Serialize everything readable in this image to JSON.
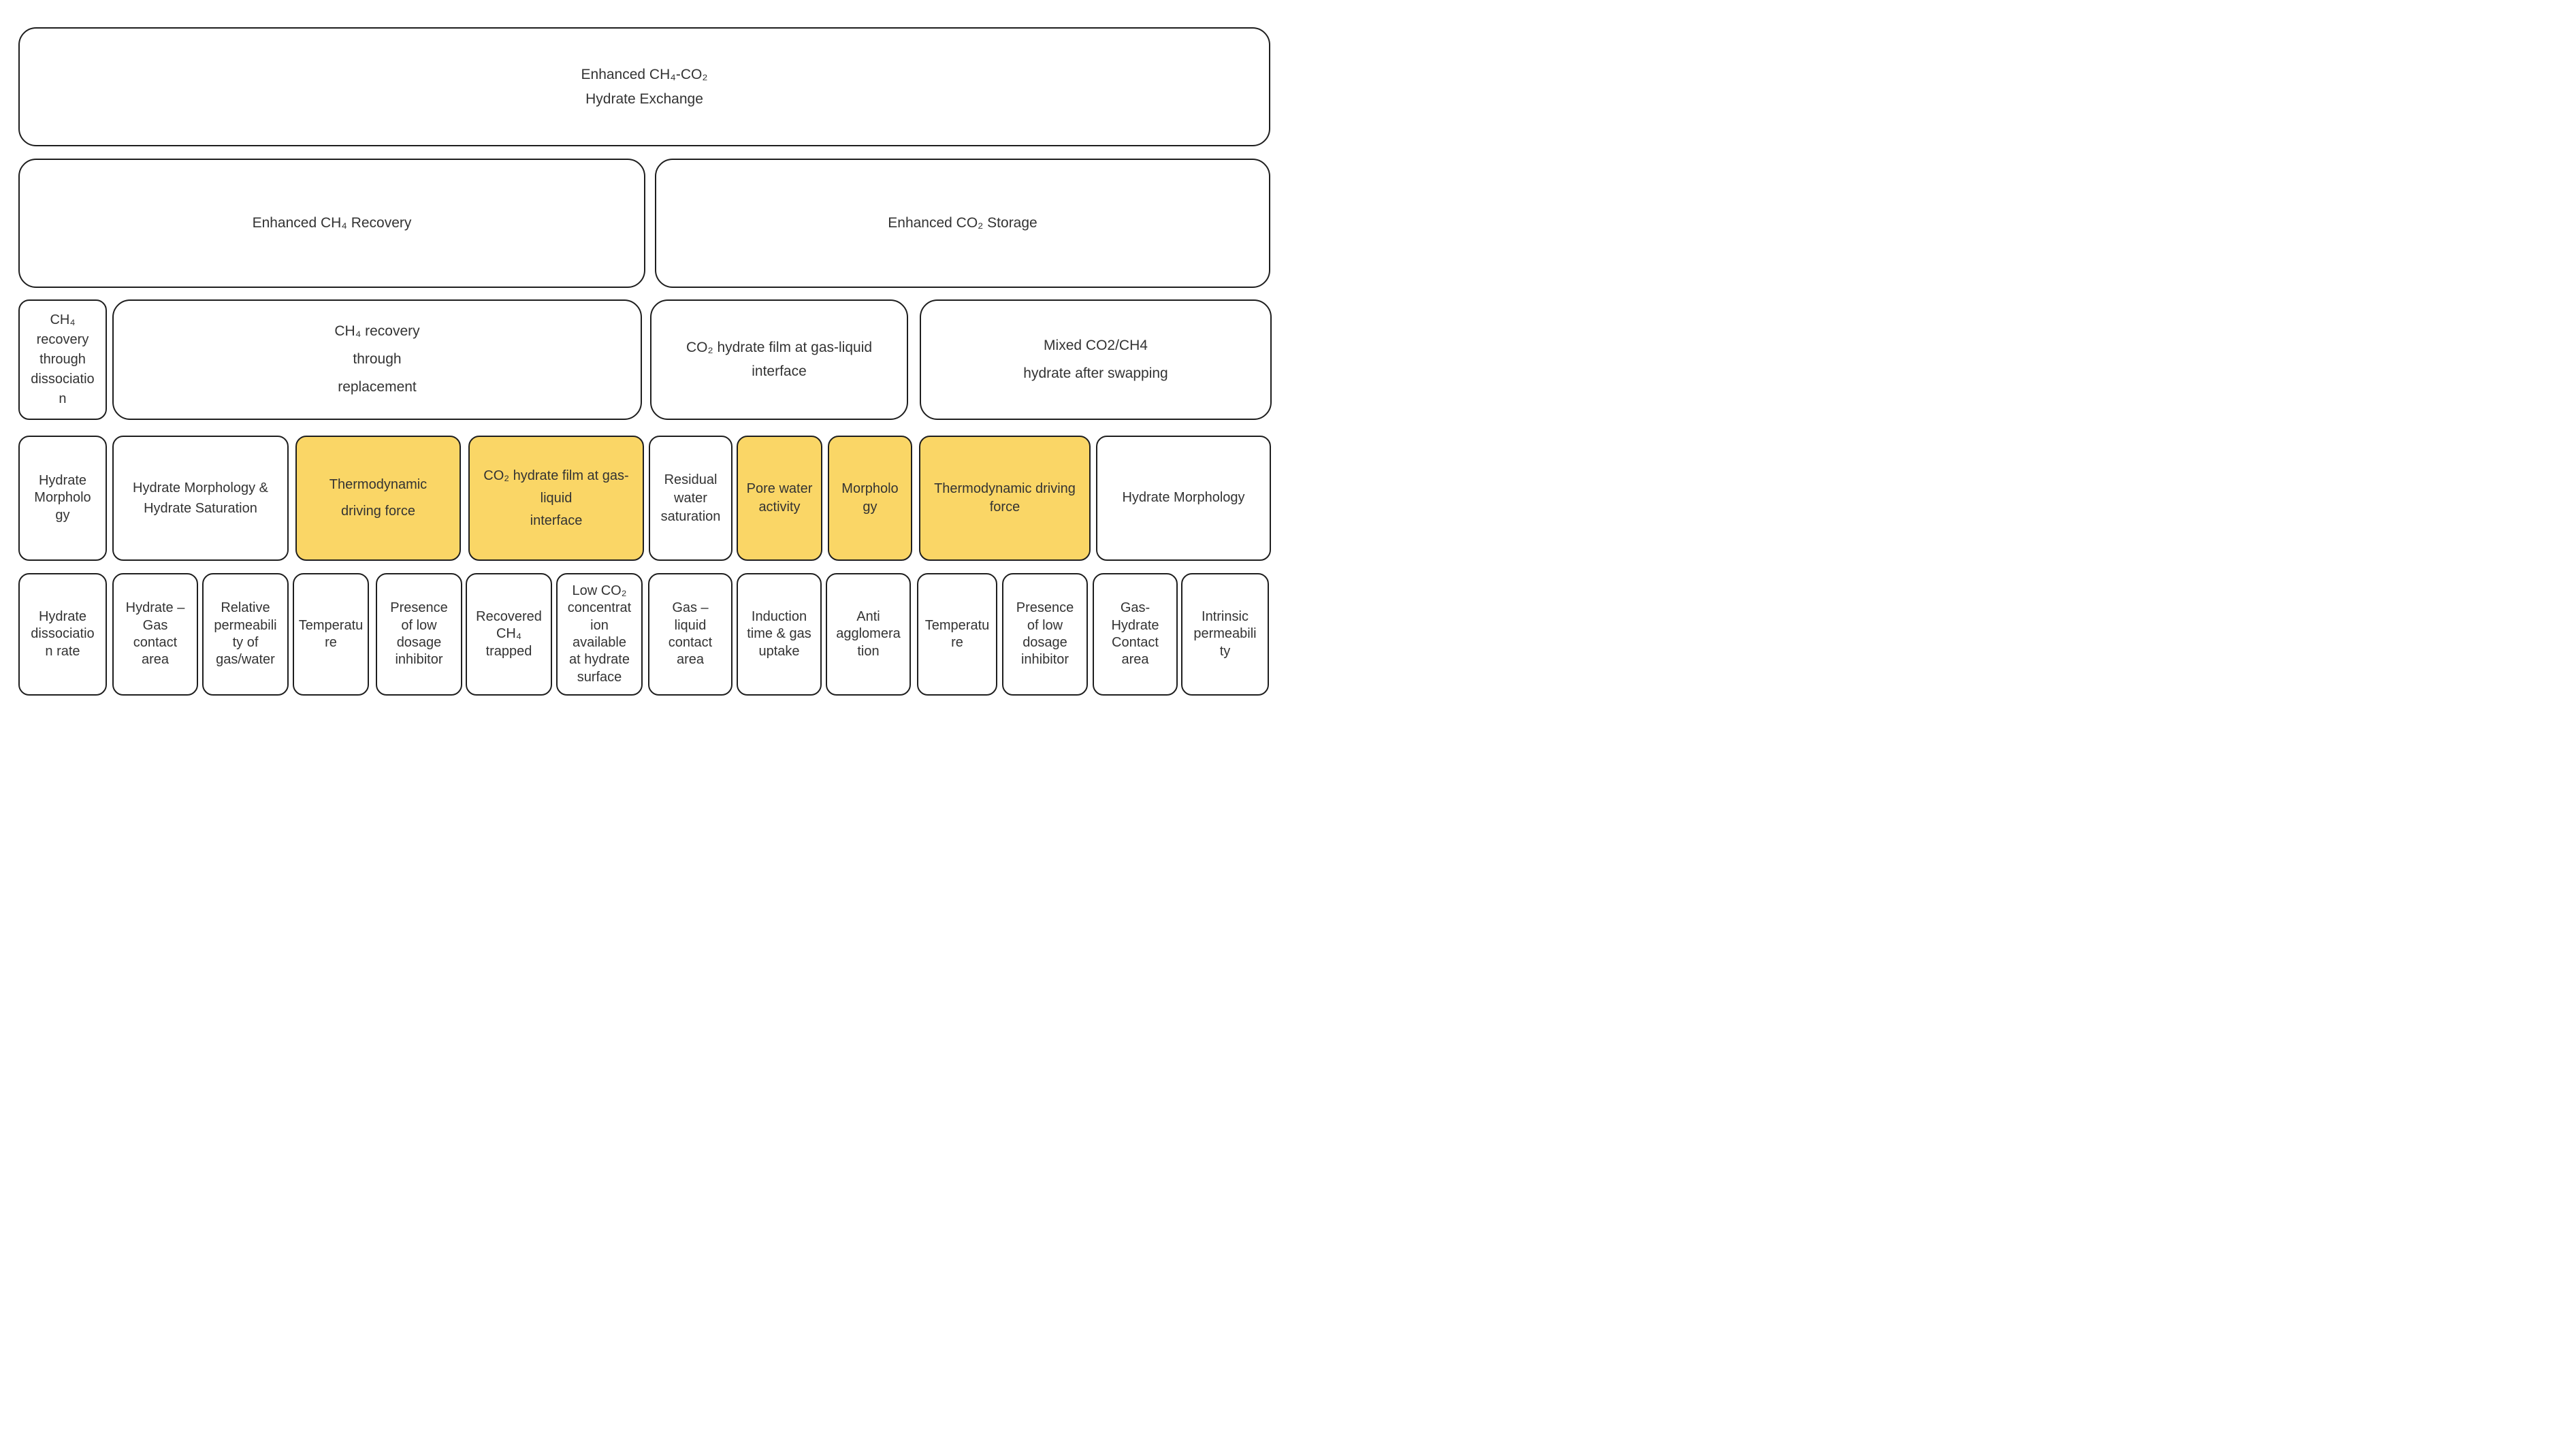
{
  "colors": {
    "background": "#ffffff",
    "box_fill": "#ffffff",
    "highlight_fill": "#FAD666",
    "border": "#1e1e1e",
    "text": "#333333"
  },
  "root": {
    "label": "Enhanced CH₄-CO₂\nHydrate Exchange"
  },
  "branches": [
    {
      "label": "Enhanced CH₄  Recovery"
    },
    {
      "label": "Enhanced CO₂ Storage"
    }
  ],
  "mechanisms": [
    {
      "label": "CH₄\nrecovery\nthrough\ndissociatio\nn"
    },
    {
      "label": "CH₄  recovery\nthrough\nreplacement"
    },
    {
      "label": "CO₂ hydrate film at  gas-liquid\ninterface"
    },
    {
      "label": "Mixed CO2/CH4\nhydrate after swapping"
    }
  ],
  "factors": [
    {
      "label": "Hydrate\nMorpholo\ngy",
      "highlighted": false
    },
    {
      "label": "Hydrate Morphology &\nHydrate Saturation",
      "highlighted": false
    },
    {
      "label": "Thermodynamic\ndriving force",
      "highlighted": true
    },
    {
      "label": "CO₂ hydrate film at gas-\nliquid\ninterface",
      "highlighted": true
    },
    {
      "label": "Residual\nwater\nsaturation",
      "highlighted": false
    },
    {
      "label": "Pore water\nactivity",
      "highlighted": true
    },
    {
      "label": "Morpholo\ngy",
      "highlighted": true
    },
    {
      "label": "Thermodynamic driving\nforce",
      "highlighted": true
    },
    {
      "label": "Hydrate Morphology",
      "highlighted": false
    }
  ],
  "parameters": [
    {
      "label": "Hydrate\ndissociatio\nn rate"
    },
    {
      "label": "Hydrate –\nGas\ncontact\narea"
    },
    {
      "label": "Relative\npermeabili\nty of\ngas/water"
    },
    {
      "label": "Temperatu\nre"
    },
    {
      "label": "Presence\nof low\ndosage\ninhibitor"
    },
    {
      "label": "Recovered\nCH₄\ntrapped"
    },
    {
      "label": "Low CO₂\nconcentrat\nion\navailable\nat hydrate\nsurface"
    },
    {
      "label": "Gas –\nliquid\ncontact\narea"
    },
    {
      "label": "Induction\ntime & gas\nuptake"
    },
    {
      "label": "Anti\nagglomera\ntion"
    },
    {
      "label": "Temperatu\nre"
    },
    {
      "label": "Presence\nof low\ndosage\ninhibitor"
    },
    {
      "label": "Gas-\nHydrate\nContact\narea"
    },
    {
      "label": "Intrinsic\npermeabili\nty"
    }
  ]
}
